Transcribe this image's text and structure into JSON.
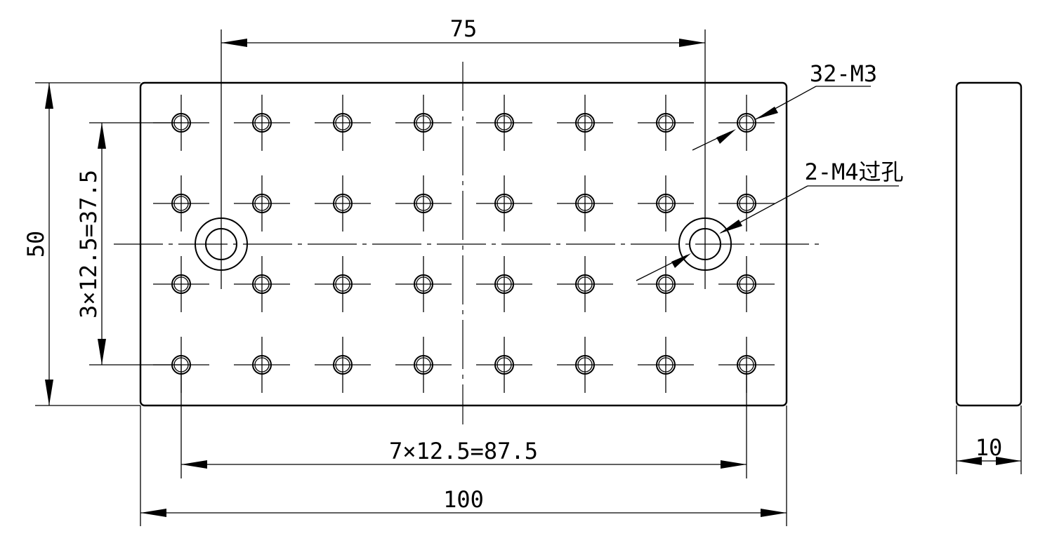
{
  "dimensions": {
    "top_span": "75",
    "height": "50",
    "vertical_pitch": "3×12.5=37.5",
    "horizontal_pitch": "7×12.5=87.5",
    "width": "100",
    "thickness": "10"
  },
  "callouts": {
    "tapped_holes": "32-M3",
    "through_holes": "2-M4过孔"
  },
  "grid": {
    "columns": 8,
    "rows": 4
  },
  "colors": {
    "line": "#000000",
    "background": "#ffffff"
  }
}
